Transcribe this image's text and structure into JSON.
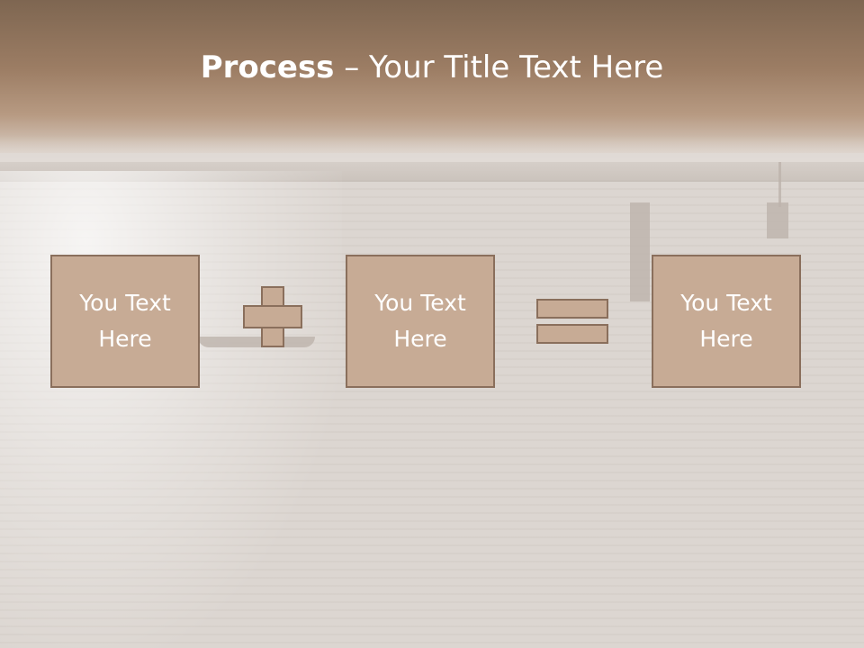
{
  "slide": {
    "title_bold": "Process",
    "title_rest": " – Your Title Text Here"
  },
  "process": {
    "boxes": [
      {
        "line1": "You Text",
        "line2": "Here"
      },
      {
        "line1": "You Text",
        "line2": "Here"
      },
      {
        "line1": "You Text",
        "line2": "Here"
      }
    ],
    "operators": [
      "plus",
      "equals"
    ]
  },
  "colors": {
    "box_fill": "#c7ab95",
    "box_border": "#8a6f5c",
    "title_band": "#9c7d64",
    "text": "#ffffff"
  }
}
